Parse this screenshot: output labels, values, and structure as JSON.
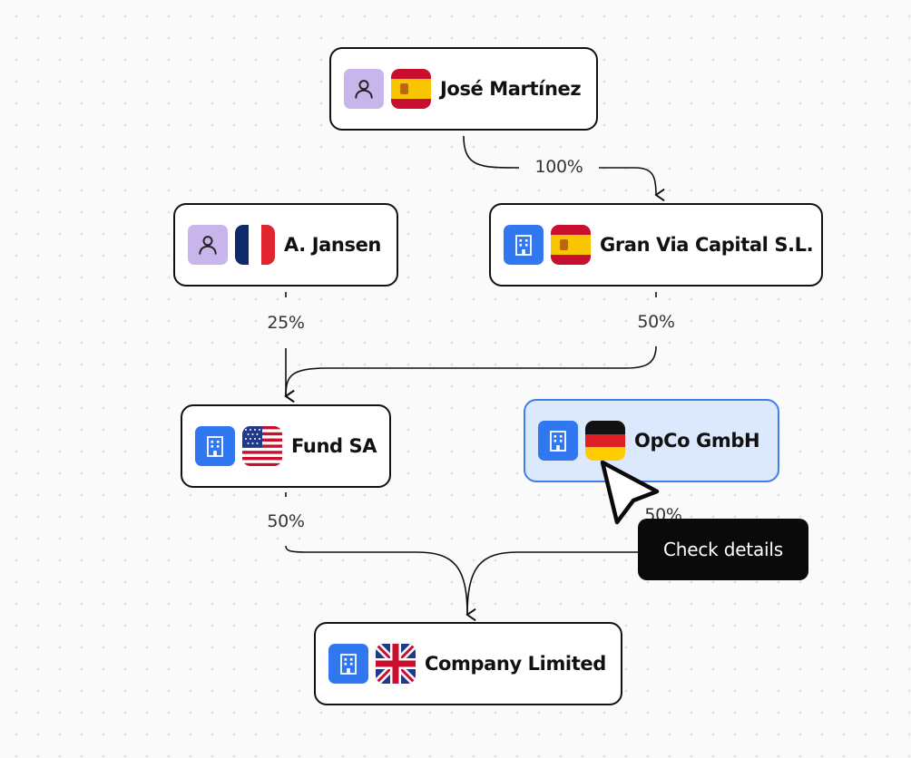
{
  "nodes": {
    "jose": {
      "label": "José Martínez",
      "type": "person",
      "flag": "spain-flag"
    },
    "jansen": {
      "label": "A. Jansen",
      "type": "person",
      "flag": "france-flag"
    },
    "granvia": {
      "label": "Gran Via Capital S.L.",
      "type": "company",
      "flag": "spain-flag"
    },
    "fund": {
      "label": "Fund SA",
      "type": "company",
      "flag": "usa-flag"
    },
    "opco": {
      "label": "OpCo GmbH",
      "type": "company",
      "flag": "germany-flag",
      "selected": true
    },
    "company": {
      "label": "Company Limited",
      "type": "company",
      "flag": "uk-flag"
    }
  },
  "edges": [
    {
      "from": "José Martínez",
      "to": "Gran Via Capital S.L.",
      "label": "100%"
    },
    {
      "from": "A. Jansen",
      "to": "Fund SA",
      "label": "25%"
    },
    {
      "from": "Gran Via Capital S.L.",
      "to": "Fund SA",
      "label": "50%"
    },
    {
      "from": "Fund SA",
      "to": "Company Limited",
      "label": "50%"
    },
    {
      "from": "OpCo GmbH",
      "to": "Company Limited",
      "label": "50%"
    }
  ],
  "tooltip": {
    "text": "Check details"
  },
  "colors": {
    "person": "#c8b5eb",
    "company": "#3178f0",
    "selected_border": "#3f7fe8",
    "selected_fill": "#dce8fb"
  }
}
